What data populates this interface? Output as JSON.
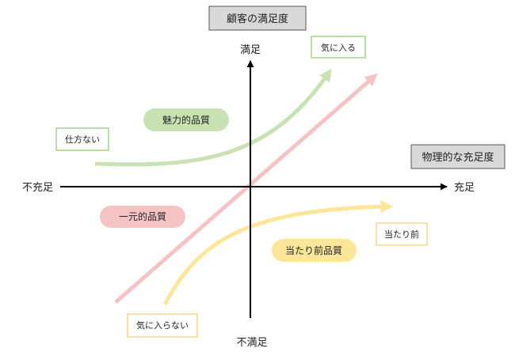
{
  "titles": {
    "vertical": "顧客の満足度",
    "horizontal": "物理的な充足度"
  },
  "axes": {
    "top": "満足",
    "bottom": "不満足",
    "left": "不充足",
    "right": "充足"
  },
  "curves": {
    "attractive": {
      "label": "魅力的品質",
      "color": "#c9e2b3"
    },
    "one_dimensional": {
      "label": "一元的品質",
      "color": "#f6c3c4"
    },
    "must_be": {
      "label": "当たり前品質",
      "color": "#fbe69a"
    }
  },
  "reactions": {
    "like": "気に入る",
    "tolerate": "仕方ない",
    "expected": "当たり前",
    "dislike": "気に入らない"
  },
  "colors": {
    "axis": "#000000",
    "title_box_fill": "#d9d9d9",
    "green_border": "#a9d18e",
    "yellow_border": "#f5d68a"
  }
}
